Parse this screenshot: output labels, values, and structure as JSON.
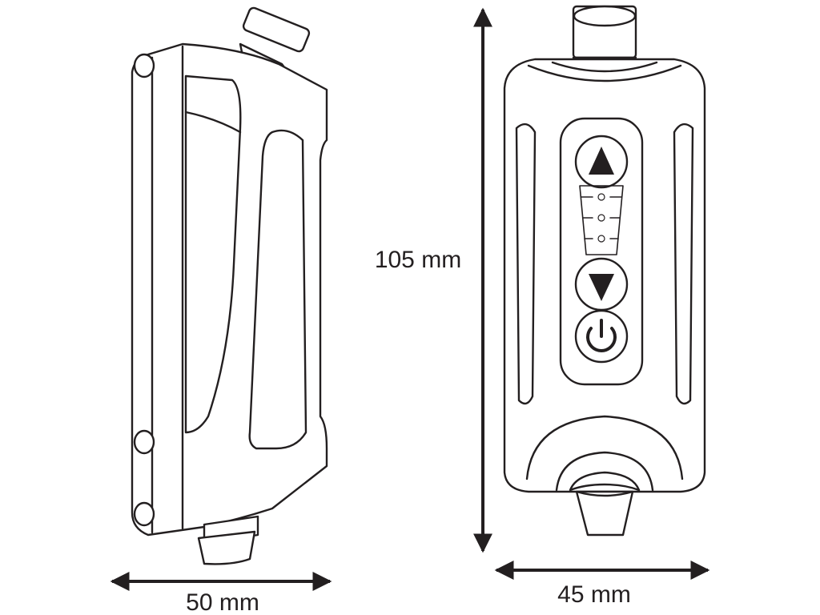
{
  "dimensions": {
    "side_width": "50 mm",
    "height": "105 mm",
    "front_width": "45 mm"
  },
  "controls": {
    "up_icon": "triangle-up",
    "down_icon": "triangle-down",
    "power_icon": "power"
  },
  "colors": {
    "ink": "#231f20",
    "background": "#ffffff"
  }
}
